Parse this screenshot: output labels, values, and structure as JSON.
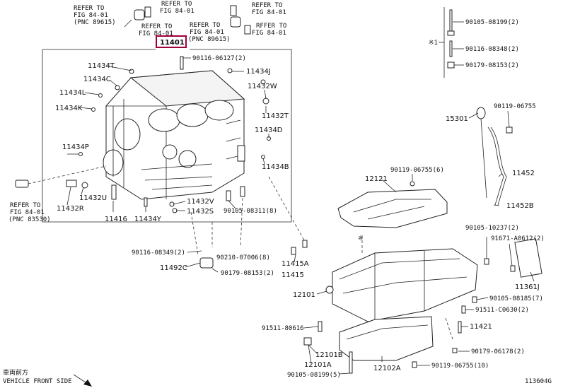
{
  "highlight_color": "#a0003c",
  "refs": {
    "r1": {
      "l1": "REFER TO",
      "l2": "FIG 84-01",
      "l3": "(PNC 89615)"
    },
    "r2": {
      "l1": "REFER TO",
      "l2": "FIG 84-01"
    },
    "r3": {
      "l1": "REFER TO",
      "l2": "FIG 84-01"
    },
    "r4": {
      "l1": "REFER TO",
      "l2": "FIG 84-01",
      "l3": "(PNC 89615)"
    },
    "r5": {
      "l1": "RFFER TO",
      "l2": "FIG 84-01"
    },
    "r6": {
      "l1": "REFER TO",
      "l2": "FIG 84-01",
      "l3": "(PNC 83530)"
    }
  },
  "labels": {
    "p11401": "11401",
    "p90116_06127": "90116-06127(2)",
    "p11434J": "11434J",
    "p11434T": "11434T",
    "p11434C": "11434C",
    "p11434L": "11434L",
    "p11434K": "11434K",
    "p11432W": "11432W",
    "p11432T": "11432T",
    "p11434D": "11434D",
    "p11434P": "11434P",
    "p11434B": "11434B",
    "p11432R": "11432R",
    "p11432U": "11432U",
    "p11416": "11416",
    "p11434Y": "11434Y",
    "p11432V": "11432V",
    "p11432S": "11432S",
    "p90105_08311": "90105-08311(8)",
    "p90116_08349": "90116-08349(2)",
    "p90210_07006": "90210-07006(8)",
    "p11492C": "11492C",
    "p90179_08153a": "90179-08153(2)",
    "p11415A": "11415A",
    "p11415": "11415",
    "p12101": "12101",
    "p91511_80616": "91511-80616",
    "p12101B": "12101B",
    "p12101A": "12101A",
    "p90105_08199b": "90105-08199(5)",
    "p12102A": "12102A",
    "p90119_06755_10": "90119-06755(10)",
    "p90179_06178": "90179-06178(2)",
    "p11421": "11421",
    "p91511_C0630": "91511-C0630(2)",
    "p90105_08185": "90105-08185(7)",
    "p11361J": "11361J",
    "p90105_10237": "90105-10237(2)",
    "p91671_A0612": "91671-A0612(2)",
    "p90119_06755_6": "90119-06755(6)",
    "p12121": "12121",
    "p11452": "11452",
    "p11452B": "11452B",
    "p15301": "15301",
    "p90119_06755": "90119-06755",
    "p90105_08199": "90105-08199(2)",
    "p90116_08348": "90116-08348(2)",
    "p90179_08153b": "90179-08153(2)",
    "star1": "※1",
    "star": "※"
  },
  "footer": {
    "jp": "車両前方",
    "en": "VEHICLE FRONT SIDE",
    "code": "113604G"
  }
}
